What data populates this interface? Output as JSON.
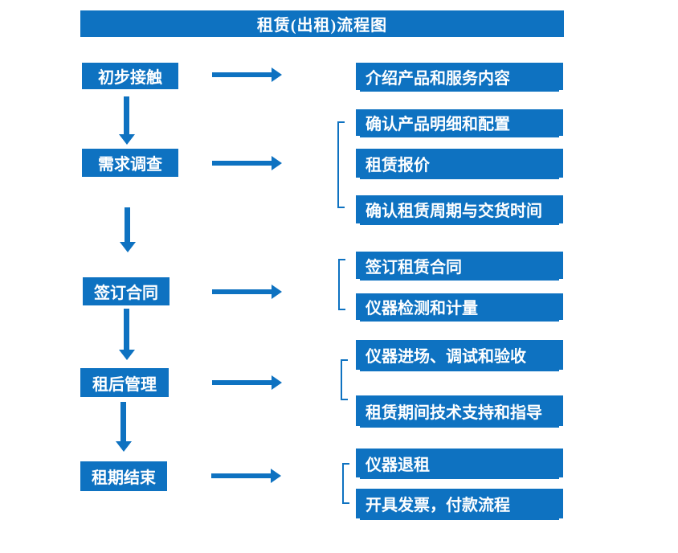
{
  "title": "租赁(出租)流程图",
  "colors": {
    "primary_blue": "#0E72C1",
    "text_on_blue": "#FFFFFF",
    "background": "#FFFFFF"
  },
  "stages": [
    {
      "label": "初步接触",
      "details": [
        "介绍产品和服务内容"
      ]
    },
    {
      "label": "需求调查",
      "details": [
        "确认产品明细和配置",
        "租赁报价",
        "确认租赁周期与交货时间"
      ]
    },
    {
      "label": "签订合同",
      "details": [
        "签订租赁合同",
        "仪器检测和计量"
      ]
    },
    {
      "label": "租后管理",
      "details": [
        "仪器进场、调试和验收",
        "租赁期间技术支持和指导"
      ]
    },
    {
      "label": "租期结束",
      "details": [
        "仪器退租",
        "开具发票，付款流程"
      ]
    }
  ]
}
